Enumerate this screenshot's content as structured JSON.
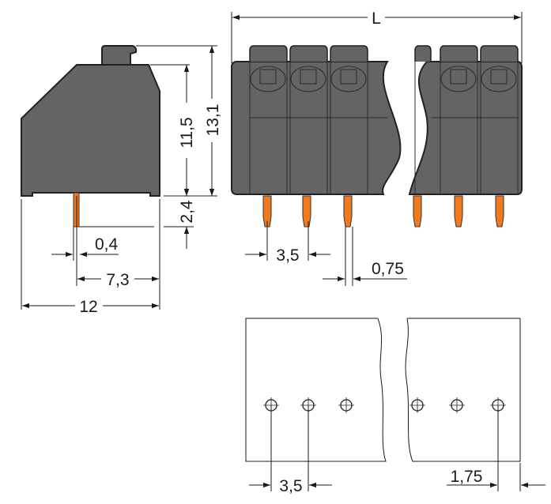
{
  "dimensions": {
    "side_height_body": "11,5",
    "side_height_total": "13,1",
    "pin_length": "2,4",
    "pin_width": "0,4",
    "pin_to_back": "7,3",
    "depth": "12",
    "length": "L",
    "pitch_front": "3,5",
    "pin_thickness": "0,75",
    "pitch_bottom": "3,5",
    "edge_offset": "1,75"
  },
  "colors": {
    "housing": "#646464",
    "pin": "#f0781e"
  }
}
